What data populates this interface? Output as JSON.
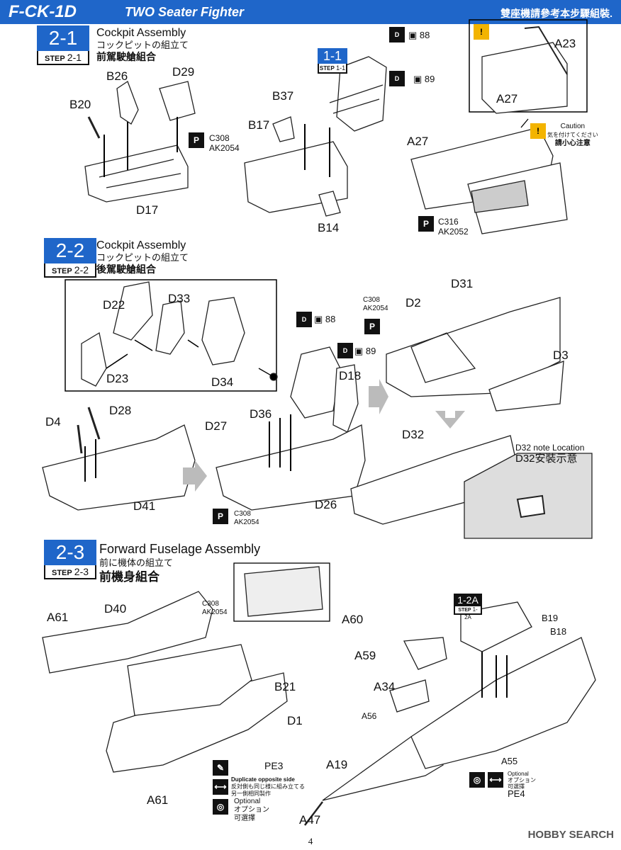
{
  "header": {
    "model": "F-CK-1D",
    "subtitle": "TWO Seater Fighter",
    "note": "雙座機請參考本步驟組裝."
  },
  "steps": [
    {
      "num": "2-1",
      "label": "STEP",
      "sub": "2-1",
      "en": "Cockpit Assembly",
      "jp": "コックピットの組立て",
      "zh": "前駕駛艙組合"
    },
    {
      "num": "2-2",
      "label": "STEP",
      "sub": "2-2",
      "en": "Cockpit Assembly",
      "jp": "コックピットの組立て",
      "zh": "後駕駛艙組合"
    },
    {
      "num": "2-3",
      "label": "STEP",
      "sub": "2-3",
      "en": "Forward Fuselage Assembly",
      "jp": "前に機体の組立て",
      "zh": "前機身組合"
    }
  ],
  "ref_11": {
    "num": "1-1",
    "label": "STEP",
    "sub": "1-1"
  },
  "ref_12a": {
    "num": "1-2A",
    "label": "STEP",
    "sub": "1-2A"
  },
  "parts": {
    "B26": "B26",
    "D29": "D29",
    "B20": "B20",
    "D17": "D17",
    "B37": "B37",
    "B17": "B17",
    "B14": "B14",
    "A23": "A23",
    "A27a": "A27",
    "A27b": "A27",
    "D22": "D22",
    "D33": "D33",
    "D23": "D23",
    "D34": "D34",
    "D18": "D18",
    "D31": "D31",
    "D2": "D2",
    "D3": "D3",
    "D4": "D4",
    "D28": "D28",
    "D41": "D41",
    "D27": "D27",
    "D36": "D36",
    "D26": "D26",
    "D32": "D32",
    "A61a": "A61",
    "D40": "D40",
    "B21": "B21",
    "D1": "D1",
    "A61b": "A61",
    "A60": "A60",
    "A59": "A59",
    "A34": "A34",
    "A56": "A56",
    "A19": "A19",
    "A47": "A47",
    "B19": "B19",
    "B18": "B18",
    "A55": "A55",
    "PE3": "PE3",
    "PE4": "PE4"
  },
  "paints": {
    "c308": "C308",
    "ak2054": "AK2054",
    "c316": "C316",
    "ak2052": "AK2052"
  },
  "decals": {
    "d88": "88",
    "d89": "89"
  },
  "caution": {
    "en": "Caution",
    "jp": "気を付けてください",
    "zh": "請小心注意"
  },
  "d32note": {
    "en": "D32 note Location",
    "zh": "D32安裝示意"
  },
  "duplicate": {
    "en": "Duplicate opposite side",
    "jp": "反対側も同じ様に組み立てる",
    "zh": "另一側相同製作"
  },
  "optional": {
    "en": "Optional",
    "jp": "オプション",
    "zh": "可選擇"
  },
  "page": "4",
  "watermark": "HOBBY SEARCH"
}
